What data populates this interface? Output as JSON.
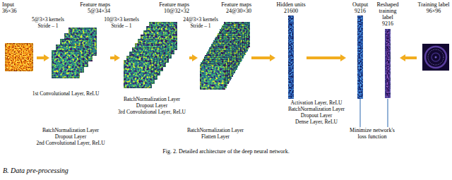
{
  "diagram": {
    "caption": "Fig. 2. Detailed architecture of the deep neural network.",
    "nodes": [
      {
        "text": [
          "Input",
          "36×36"
        ]
      },
      {
        "text": [
          "Feature maps",
          "5@34×34"
        ]
      },
      {
        "text": [
          "Feature maps",
          "10@32×32"
        ]
      },
      {
        "text": [
          "Feature maps",
          "24@30×30"
        ]
      },
      {
        "text": [
          "Hidden units",
          "21600"
        ]
      },
      {
        "text": [
          "Output",
          "9216"
        ]
      },
      {
        "text": [
          "Reshaped training label",
          "9216"
        ]
      },
      {
        "text": [
          "Training label",
          "96×96"
        ]
      },
      {
        "text": [
          "Minimize network's loss function"
        ]
      }
    ],
    "edges": [
      {
        "from": 0,
        "to": 1,
        "arrow": "to",
        "label": "5@3×3 kernels Stride – 1"
      },
      {
        "from": 1,
        "to": 2,
        "arrow": "to",
        "label": "10@3×3 kernels Stride – 1"
      },
      {
        "from": 2,
        "to": 3,
        "arrow": "to",
        "label": "24@3×3 kernels Stride – 1"
      },
      {
        "from": 3,
        "to": 4,
        "arrow": "to"
      },
      {
        "from": 4,
        "to": 5,
        "arrow": "to"
      },
      {
        "from": 7,
        "to": 6,
        "arrow": "to"
      },
      {
        "from": 5,
        "to": 8,
        "arrow": "none"
      },
      {
        "from": 6,
        "to": 8,
        "arrow": "none"
      }
    ],
    "labels": [
      "1st Convolutional Layer, ReLU",
      "BatchNormalization Layer",
      "Dropout Layer",
      "3rd Convolutional Layer, ReLU",
      "BatchNormalization Layer",
      "Dropout Layer",
      "2nd Convolutional Layer, ReLU",
      "BatchNormalization Layer",
      "Flatten Layer",
      "Activation Layer, ReLU",
      "BatchNormalization Layer",
      "Dropout Layer",
      "Dense Layer, ReLU",
      "B. Data pre-processing"
    ]
  }
}
